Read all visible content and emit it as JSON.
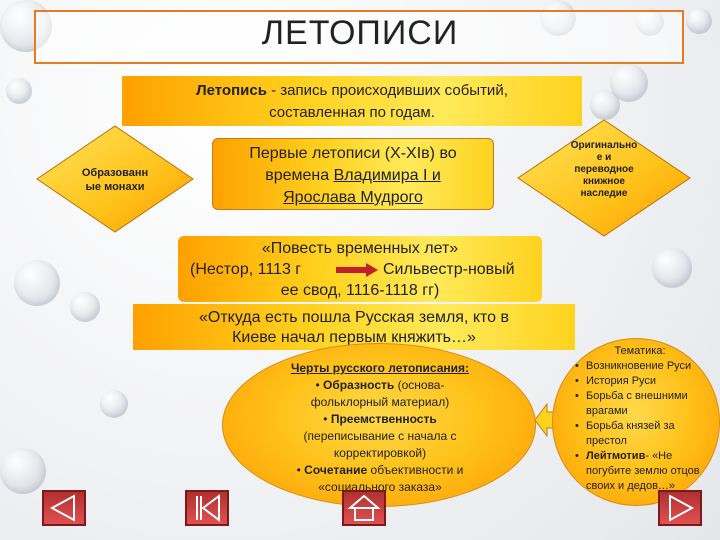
{
  "title": "ЛЕТОПИСИ",
  "definition": {
    "term": "Летопись",
    "rest": " - запись происходивших событий,",
    "line2": "составленная по годам."
  },
  "left_diamond": {
    "line1": "Образованн",
    "line2": "ые монахи"
  },
  "first_chronicles": {
    "line1": "Первые летописи (X-XIв) во",
    "line2_pre": "времена ",
    "line2_u": "Владимира I и",
    "line3": "Ярослава Мудрого"
  },
  "right_diamond": {
    "lines": [
      "Оригинально",
      "е и",
      "переводное",
      "книжное",
      "наследие"
    ]
  },
  "povest": {
    "line1": "«Повесть временных лет»",
    "line2_left": "(Нестор, 1113 г",
    "line2_right": "Сильвестр-новый",
    "line3": "ее свод, 1116-1118 гг)"
  },
  "quote": {
    "line1": "«Откуда есть пошла Русская земля, кто в",
    "line2": "Киеве начал первым княжить…»"
  },
  "features": {
    "heading": "Черты русского летописания:",
    "items": [
      {
        "bold": "Образность",
        "rest": " (основа-"
      },
      {
        "plain": "фольклорный материал)"
      },
      {
        "bold": "Преемственность"
      },
      {
        "plain": "(переписывание с начала с"
      },
      {
        "plain": "корректировкой)"
      },
      {
        "bold": "Сочетание",
        "rest": " объективности и"
      },
      {
        "plain": "«социального заказа»"
      }
    ]
  },
  "topics": {
    "heading": "Тематика:",
    "items": [
      "Возникновение Руси",
      "История Руси",
      "Борьба с внешними врагами",
      "Борьба князей за престол"
    ],
    "leitmotif_label": "Лейтмотив",
    "leitmotif_text": "- «Не погубите землю отцов своих и дедов…»"
  },
  "colors": {
    "accent": "#e87b22",
    "box_yellow": "#ffd21f",
    "nav_red": "#c03535"
  },
  "icons": [
    "arrow-right-icon",
    "arrow-left-icon",
    "first-page-icon",
    "home-icon",
    "back-icon",
    "next-icon"
  ]
}
